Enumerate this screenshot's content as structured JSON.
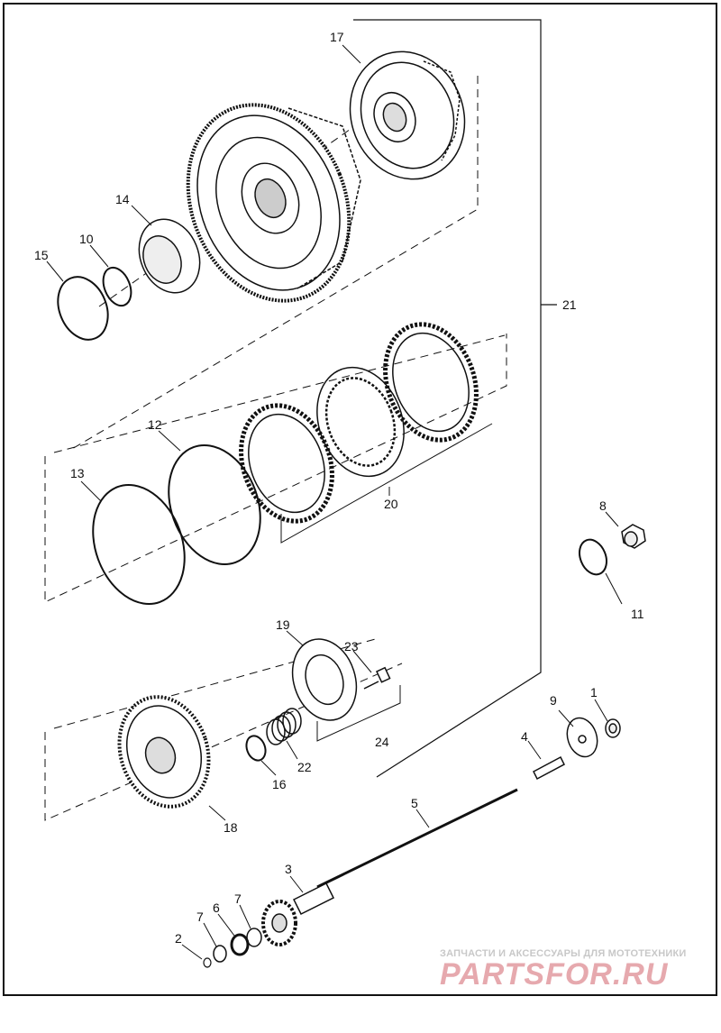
{
  "callouts": [
    "1",
    "2",
    "3",
    "4",
    "5",
    "6",
    "7",
    "7",
    "8",
    "9",
    "10",
    "11",
    "12",
    "13",
    "14",
    "15",
    "16",
    "17",
    "18",
    "19",
    "20",
    "21",
    "22",
    "23",
    "24"
  ],
  "watermark": {
    "tagline": "ЗАПЧАСТИ И АКСЕССУАРЫ ДЛЯ МОТОТЕХНИКИ",
    "logo": "PARTSFOR.RU"
  },
  "colors": {
    "line": "#1a1a1a",
    "watermark_logo": "#e6a9ae",
    "watermark_text": "#c8c8c8"
  }
}
